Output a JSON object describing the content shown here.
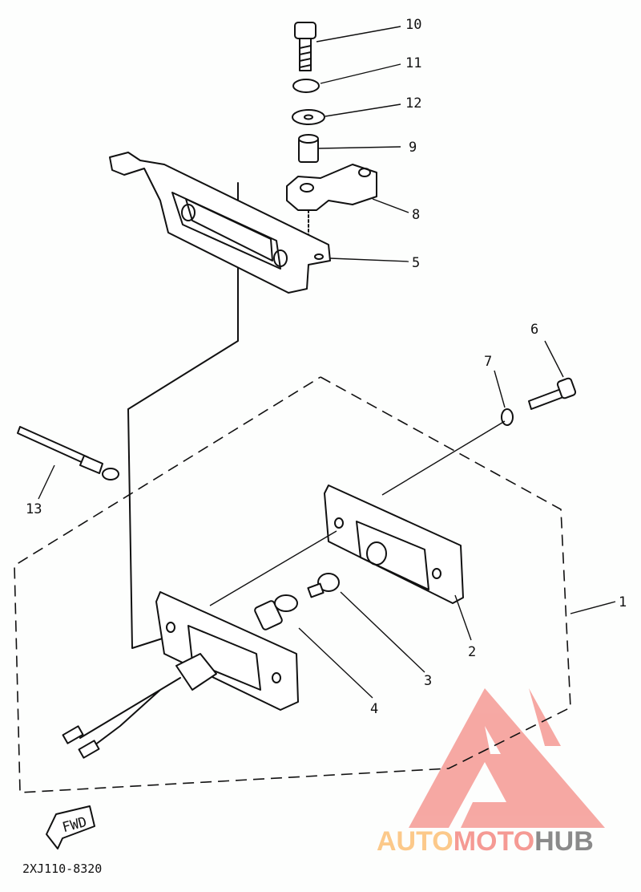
{
  "diagram": {
    "callouts": [
      {
        "id": "10",
        "label": "10"
      },
      {
        "id": "11",
        "label": "11"
      },
      {
        "id": "12",
        "label": "12"
      },
      {
        "id": "9",
        "label": "9"
      },
      {
        "id": "8",
        "label": "8"
      },
      {
        "id": "5",
        "label": "5"
      },
      {
        "id": "6",
        "label": "6"
      },
      {
        "id": "7",
        "label": "7"
      },
      {
        "id": "13",
        "label": "13"
      },
      {
        "id": "1",
        "label": "1"
      },
      {
        "id": "2",
        "label": "2"
      },
      {
        "id": "3",
        "label": "3"
      },
      {
        "id": "4",
        "label": "4"
      }
    ],
    "fwd_label": "FWD",
    "part_code": "2XJ110-8320"
  },
  "watermark": {
    "part1": "AUTO",
    "part2": "MOTO",
    "part3": "HUB",
    "colors": {
      "auto": "#fcc98a",
      "moto": "#f59a94",
      "hub": "#8a8a8a",
      "logo": "#f59a94"
    }
  }
}
